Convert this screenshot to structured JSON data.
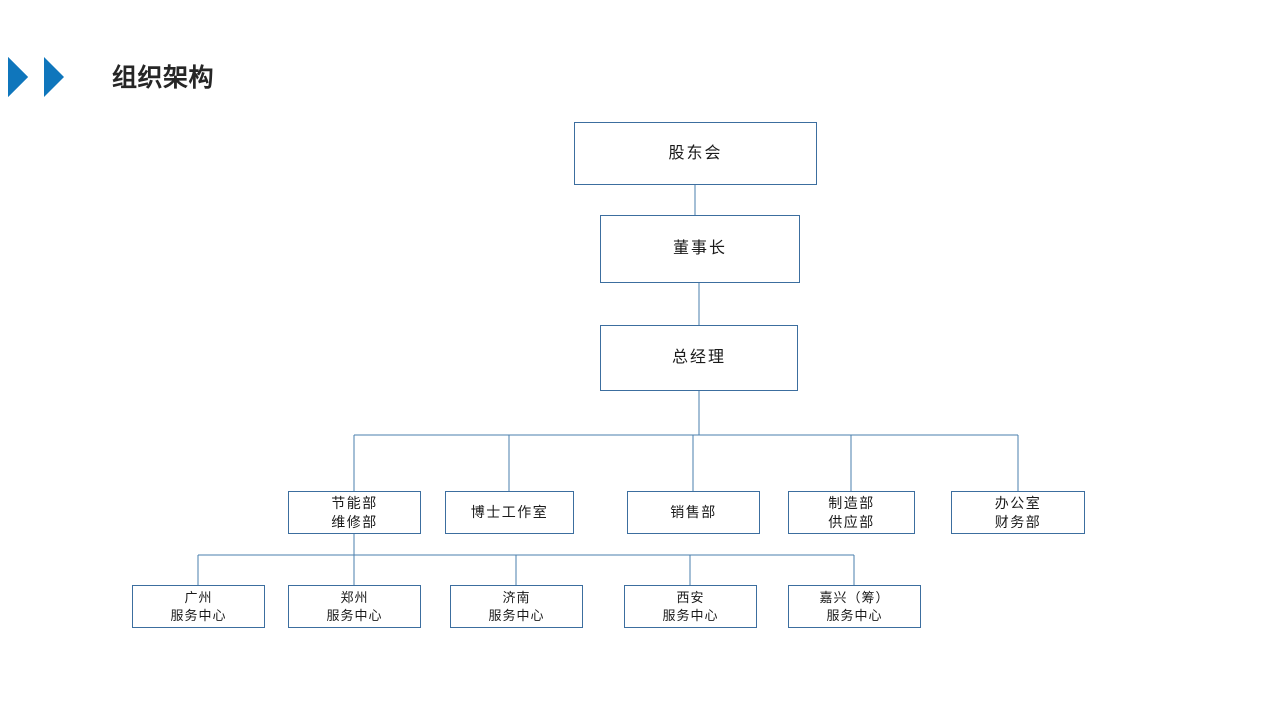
{
  "header": {
    "title": "组织架构",
    "chevron_icon": "double-chevron-right-icon",
    "accent_color": "#0f76bc",
    "title_color": "#262626"
  },
  "theme": {
    "box_border_color": "#3c6e9f",
    "connector_color": "#4a7fae",
    "background": "#ffffff"
  },
  "chart_data": {
    "type": "diagram",
    "diagram_type": "org-chart",
    "title": "组织架构",
    "orientation": "top-down",
    "levels": [
      {
        "level": 1,
        "nodes": [
          {
            "id": "n1",
            "lines": [
              "股东会"
            ]
          }
        ]
      },
      {
        "level": 2,
        "nodes": [
          {
            "id": "n2",
            "lines": [
              "董事长"
            ]
          }
        ]
      },
      {
        "level": 3,
        "nodes": [
          {
            "id": "n3",
            "lines": [
              "总经理"
            ]
          }
        ]
      },
      {
        "level": 4,
        "nodes": [
          {
            "id": "d1",
            "lines": [
              "节能部",
              "维修部"
            ]
          },
          {
            "id": "d2",
            "lines": [
              "博士工作室"
            ]
          },
          {
            "id": "d3",
            "lines": [
              "销售部"
            ]
          },
          {
            "id": "d4",
            "lines": [
              "制造部",
              "供应部"
            ]
          },
          {
            "id": "d5",
            "lines": [
              "办公室",
              "财务部"
            ]
          }
        ]
      },
      {
        "level": 5,
        "nodes": [
          {
            "id": "s1",
            "lines": [
              "广州",
              "服务中心"
            ]
          },
          {
            "id": "s2",
            "lines": [
              "郑州",
              "服务中心"
            ]
          },
          {
            "id": "s3",
            "lines": [
              "济南",
              "服务中心"
            ]
          },
          {
            "id": "s4",
            "lines": [
              "西安",
              "服务中心"
            ]
          },
          {
            "id": "s5",
            "lines": [
              "嘉兴（筹）",
              "服务中心"
            ]
          }
        ]
      }
    ],
    "edges": [
      {
        "from": "n1",
        "to": "n2"
      },
      {
        "from": "n2",
        "to": "n3"
      },
      {
        "from": "n3",
        "to": "d1"
      },
      {
        "from": "n3",
        "to": "d2"
      },
      {
        "from": "n3",
        "to": "d3"
      },
      {
        "from": "n3",
        "to": "d4"
      },
      {
        "from": "n3",
        "to": "d5"
      },
      {
        "from": "d1",
        "to": "s1"
      },
      {
        "from": "d1",
        "to": "s2"
      },
      {
        "from": "d1",
        "to": "s3"
      },
      {
        "from": "d1",
        "to": "s4"
      },
      {
        "from": "d1",
        "to": "s5"
      }
    ]
  }
}
